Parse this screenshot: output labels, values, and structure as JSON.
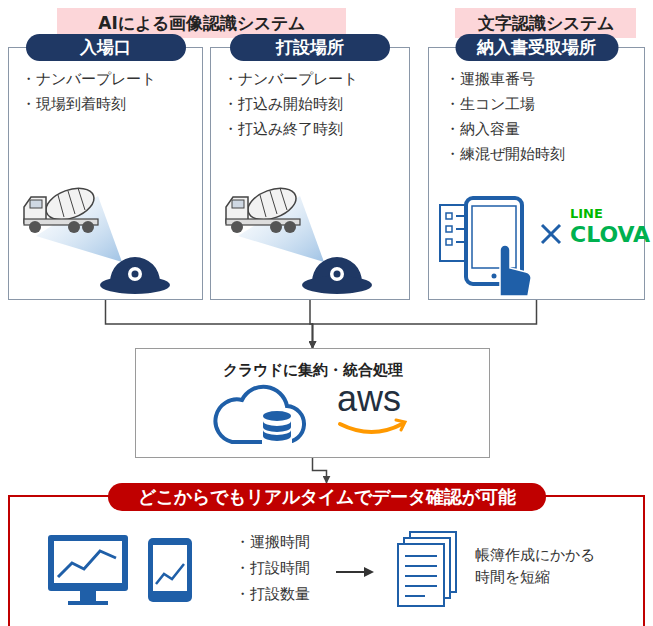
{
  "diagram": {
    "nodes": [
      {
        "text": [
          "AIによる画像認識システム"
        ]
      },
      {
        "text": [
          "文字認識システム"
        ]
      },
      {
        "text": [
          "入場口",
          "・ナンバープレート",
          "・現場到着時刻"
        ]
      },
      {
        "text": [
          "打設場所",
          "・ナンバープレート",
          "・打込み開始時刻",
          "・打込み終了時刻"
        ]
      },
      {
        "text": [
          "納入書受取場所",
          "・運搬車番号",
          "・生コン工場",
          "・納入容量",
          "・練混ぜ開始時刻"
        ]
      },
      {
        "text": [
          "クラウドに集約・統合処理"
        ]
      },
      {
        "text": [
          "どこからでもリアルタイムでデータ確認が可能",
          "・運搬時間",
          "・打設時間",
          "・打設数量",
          "帳簿作成にかかる 時間を短縮"
        ]
      }
    ],
    "edges": [
      {
        "from": 2,
        "to": 5,
        "arrow": "to"
      },
      {
        "from": 3,
        "to": 5,
        "arrow": "to"
      },
      {
        "from": 4,
        "to": 5,
        "arrow": "to"
      },
      {
        "from": 5,
        "to": 6,
        "arrow": "to"
      }
    ],
    "labels": [
      "LINE",
      "CLOVA",
      "aws"
    ]
  }
}
